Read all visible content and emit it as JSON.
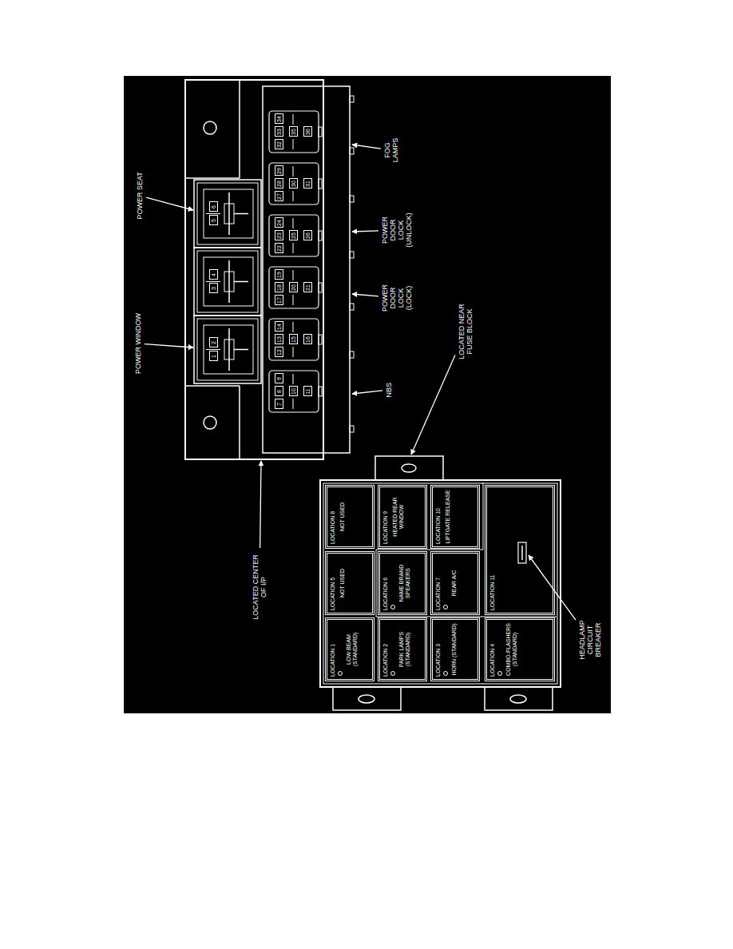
{
  "diagram": {
    "nodes": [
      {
        "text": [
          "LOCATION 1",
          "LOW BEAM (STANDARD)"
        ]
      },
      {
        "text": [
          "LOCATION 5",
          "NOT USED"
        ]
      },
      {
        "text": [
          "LOCATION 8",
          "NOT USED"
        ]
      },
      {
        "text": [
          "LOCATION 2",
          "PARK LAMPS (STANDARD)"
        ]
      },
      {
        "text": [
          "LOCATION 6",
          "NAME BRAND SPEAKERS"
        ]
      },
      {
        "text": [
          "LOCATION 9",
          "HEATED REAR WINDOW"
        ]
      },
      {
        "text": [
          "LOCATION 3",
          "HORN (STANDARD)"
        ]
      },
      {
        "text": [
          "LOCATION 7",
          "REAR A/C"
        ]
      },
      {
        "text": [
          "LOCATION 10",
          "LIFTGATE RELEASE"
        ]
      },
      {
        "text": [
          "LOCATION 4",
          "COMBO-FLASHERS (STANDARD)"
        ]
      },
      {
        "text": [
          "LOCATION 11"
        ]
      }
    ],
    "labels": [
      "LOCATED CENTER OF I/P",
      "POWER WINDOW",
      "POWER SEAT",
      "1",
      "2",
      "3",
      "4",
      "5",
      "6",
      "7",
      "8",
      "9",
      "10",
      "11",
      "12",
      "13",
      "14",
      "15",
      "16",
      "17",
      "18",
      "19",
      "20",
      "21",
      "22",
      "23",
      "24",
      "25",
      "26",
      "27",
      "28",
      "29",
      "30",
      "31",
      "32",
      "33",
      "34",
      "35",
      "36",
      "NBS",
      "POWER DOOR LOCK (LOCK)",
      "POWER DOOR LOCK (UNLOCK)",
      "FOG LAMPS",
      "LOCATED NEAR FUSE BLOCK",
      "HEADLAMP CIRCUIT BREAKER"
    ]
  }
}
